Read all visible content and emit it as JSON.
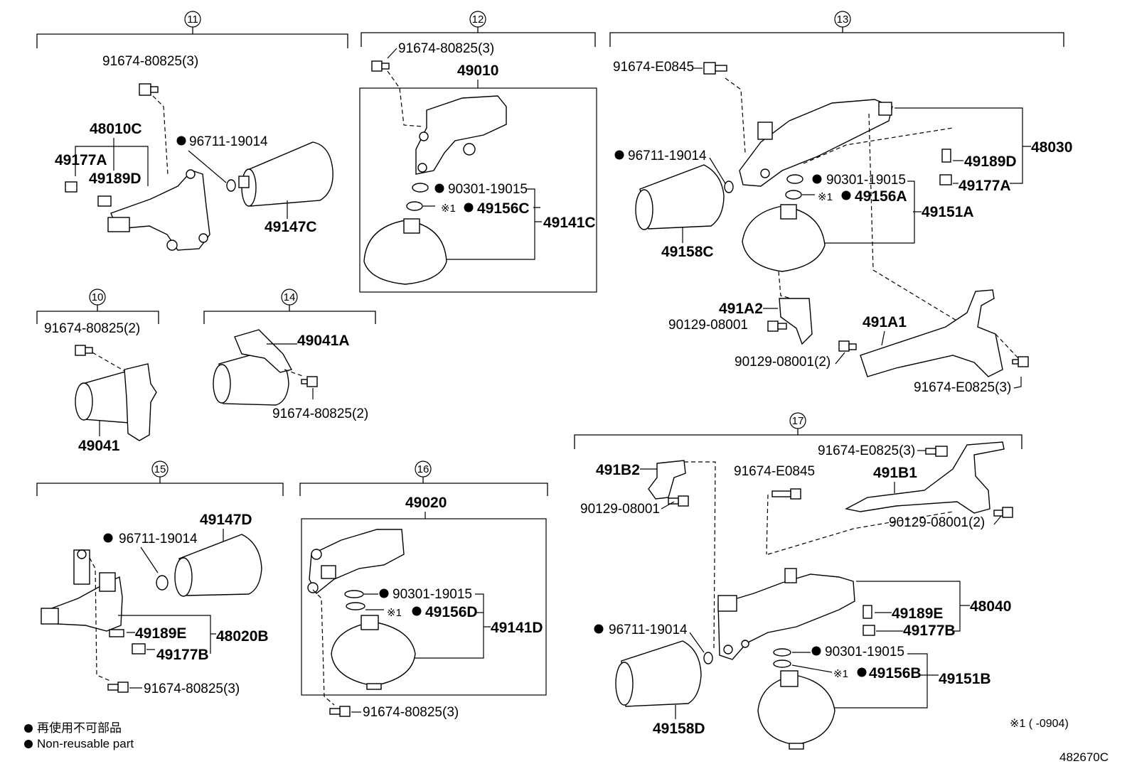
{
  "groups": [
    {
      "id": "11",
      "labels": [
        "91674-80825(3)",
        "48010C",
        "49177A",
        "49189D",
        "96711-19014",
        "49147C"
      ]
    },
    {
      "id": "12",
      "labels": [
        "91674-80825(3)",
        "49010",
        "90301-19015",
        "※1",
        "49156C",
        "49141C"
      ]
    },
    {
      "id": "13",
      "labels": [
        "91674-E0845",
        "48030",
        "96711-19014",
        "90301-19015",
        "49189D",
        "49177A",
        "※1",
        "49156A",
        "49151A",
        "49158C",
        "491A2",
        "90129-08001",
        "491A1",
        "90129-08001(2)",
        "91674-E0825(3)"
      ]
    },
    {
      "id": "10",
      "labels": [
        "91674-80825(2)",
        "49041"
      ]
    },
    {
      "id": "14",
      "labels": [
        "49041A",
        "91674-80825(2)"
      ]
    },
    {
      "id": "15",
      "labels": [
        "49147D",
        "96711-19014",
        "49189E",
        "48020B",
        "49177B",
        "91674-80825(3)"
      ]
    },
    {
      "id": "16",
      "labels": [
        "49020",
        "90301-19015",
        "※1",
        "49156D",
        "49141D",
        "91674-80825(3)"
      ]
    },
    {
      "id": "17",
      "labels": [
        "91674-E0825(3)",
        "491B2",
        "91674-E0845",
        "491B1",
        "90129-08001",
        "90129-08001(2)",
        "48040",
        "49189E",
        "49177B",
        "96711-19014",
        "90301-19015",
        "※1",
        "49156B",
        "49151B",
        "49158D"
      ]
    }
  ],
  "legend": {
    "ja": "再使用不可部品",
    "en": "Non-reusable part"
  },
  "footnote": "※1 (      -0904)",
  "figure_code": "482670C"
}
